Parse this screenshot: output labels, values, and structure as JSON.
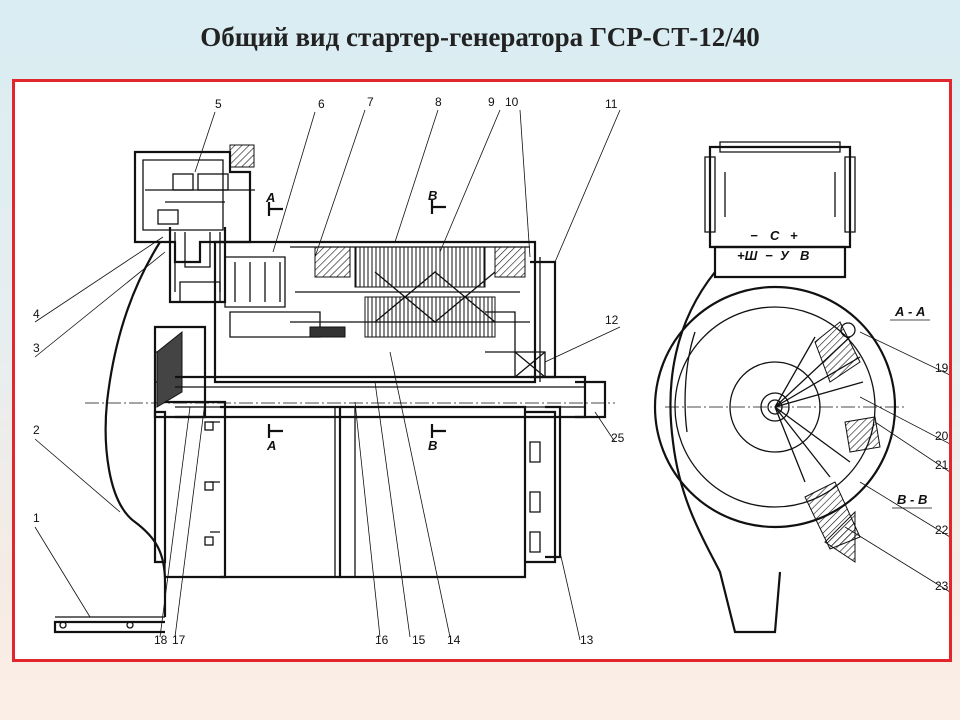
{
  "title": "Общий вид стартер-генератора ГСР-СТ-12/40",
  "colors": {
    "frame_border": "#e3262b",
    "ink": "#111111"
  },
  "callouts": [
    "1",
    "2",
    "3",
    "4",
    "5",
    "6",
    "7",
    "8",
    "9",
    "10",
    "11",
    "12",
    "13",
    "14",
    "15",
    "16",
    "17",
    "18",
    "19",
    "20",
    "21",
    "22",
    "23",
    "25"
  ],
  "section_marks": {
    "a_top": "А",
    "b_top": "В",
    "a_bottom": "А",
    "b_bottom": "В"
  },
  "terminal_labels": {
    "minus": "−",
    "c": "С",
    "plus": "+",
    "plus_sh": "+Ш",
    "dash": "−",
    "u": "У",
    "b": "В"
  },
  "section_views": {
    "aa": "А - А",
    "bb": "В - В"
  }
}
